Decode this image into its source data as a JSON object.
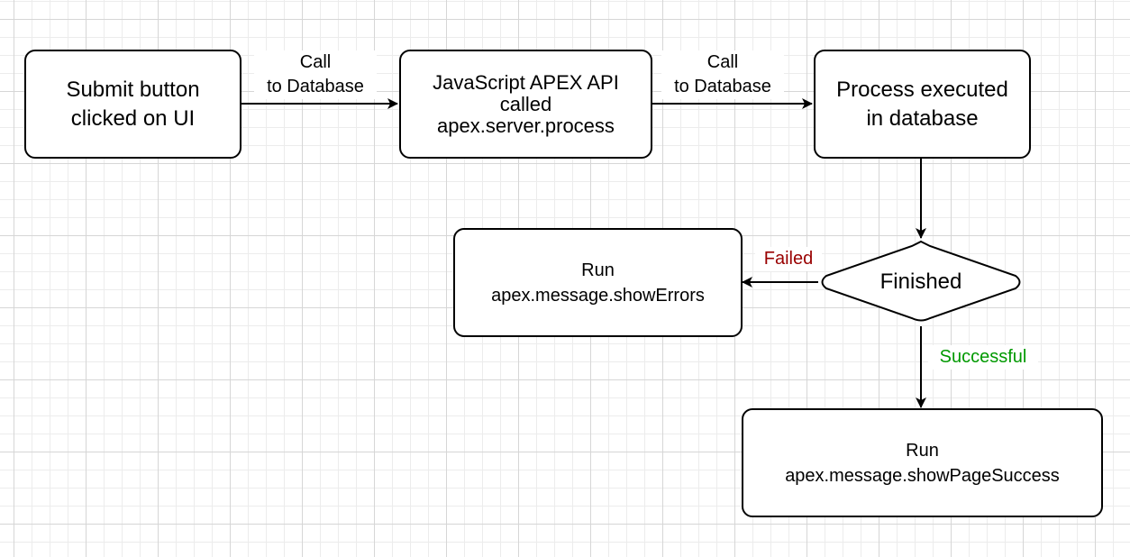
{
  "nodes": {
    "submit": "Submit button\nclicked on UI",
    "api": "JavaScript APEX API\ncalled\napex.server.process",
    "process": "Process executed\nin database",
    "decision": "Finished",
    "errors": "Run\napex.message.showErrors",
    "success": "Run\napex.message.showPageSuccess"
  },
  "edges": {
    "call1": "Call\nto Database",
    "call2": "Call\nto Database",
    "failed": "Failed",
    "successful": "Successful"
  },
  "colors": {
    "failed_label": "#990000",
    "successful_label": "#009900",
    "stroke": "#000000",
    "grid": "#d6d6d6"
  }
}
